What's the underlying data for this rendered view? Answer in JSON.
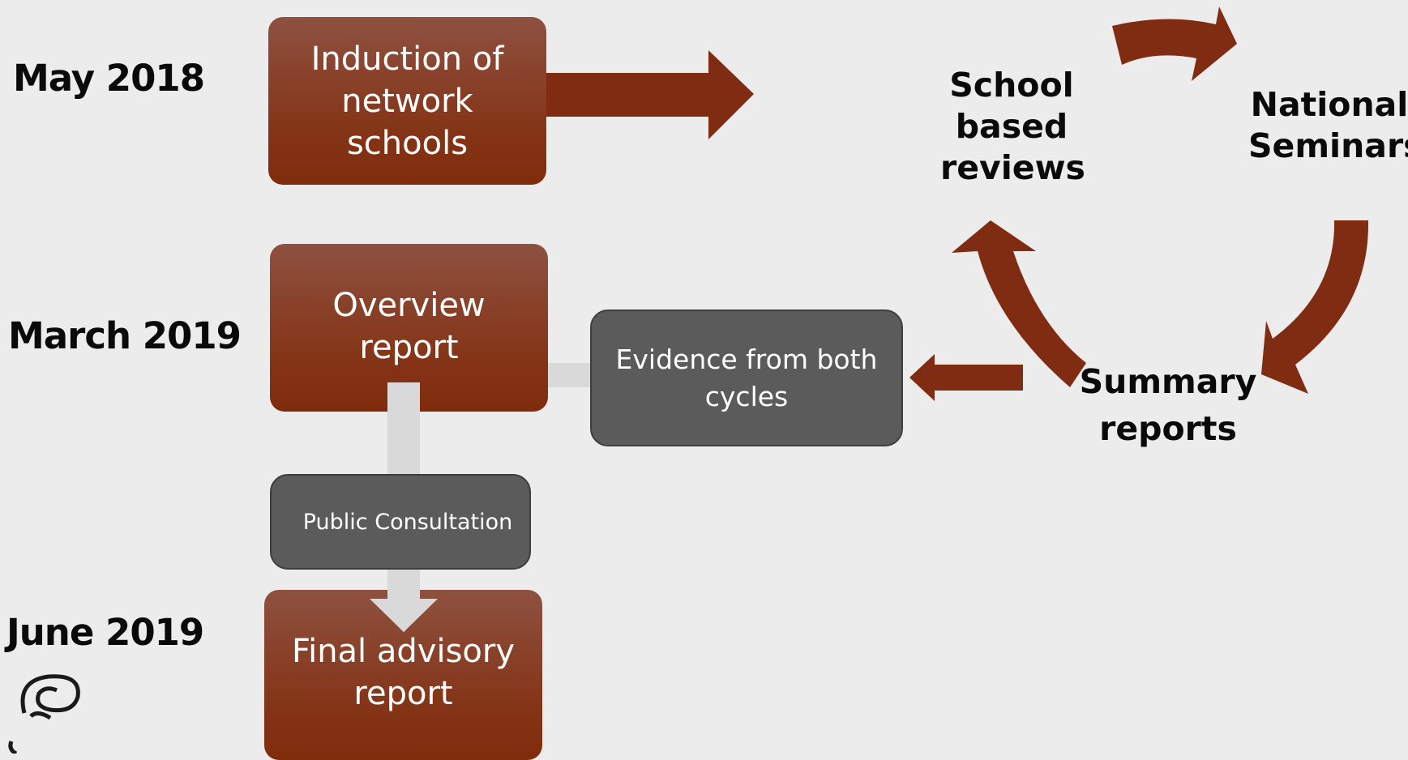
{
  "timeline": {
    "may_2018": "May 2018",
    "march_2019": "March 2019",
    "june_2019": "June 2019"
  },
  "boxes": {
    "induction": "Induction of\nnetwork\nschools",
    "overview": "Overview\nreport",
    "evidence": "Evidence from both\ncycles",
    "consultation": "Public Consultation",
    "final": "Final advisory\nreport"
  },
  "cycle": {
    "school_reviews": "School\nbased\nreviews",
    "national_seminars": "National\nSeminars",
    "summary_reports": "Summary\nreports"
  },
  "colors": {
    "accent": "#7f2c12",
    "box_gradient_top": "#8e5140",
    "box_gradient_bottom": "#7f2c0c",
    "grey_box": "#5b5b5b",
    "light_arrow": "#d9d9d9",
    "background": "#ececed"
  },
  "icons": {
    "logo": "spiral-logo-icon"
  }
}
